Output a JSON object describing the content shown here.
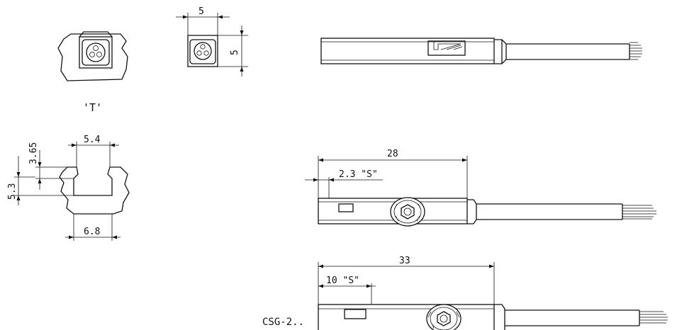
{
  "dimensions": {
    "slot_width_top": "5",
    "slot_height_side": "5",
    "profile_label": "'T'",
    "t_slot_opening": "5.4",
    "t_slot_depth": "3.65",
    "t_slot_total": "5.3",
    "t_slot_bottom_width": "6.8",
    "sensor_length_short": "28",
    "sensor_sense_short": "2.3 \"S\"",
    "sensor_length_long": "33",
    "sensor_sense_long": "10 \"S\""
  },
  "part_code": "CSG-2.."
}
